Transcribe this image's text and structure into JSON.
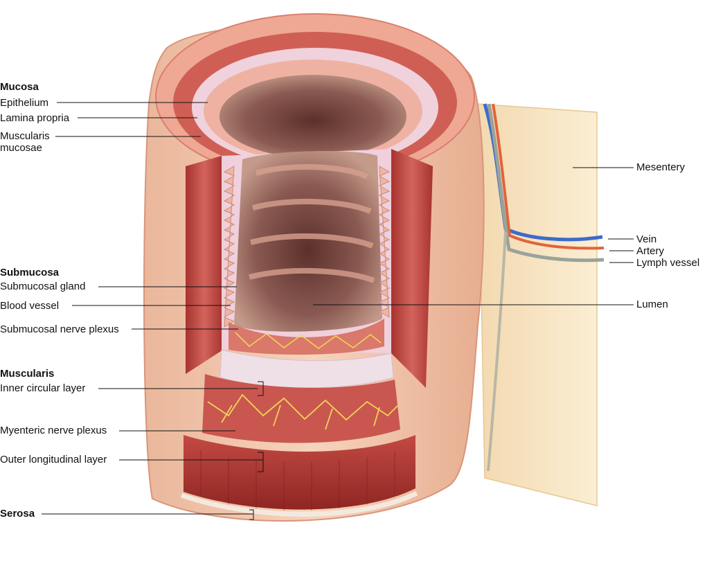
{
  "headings": {
    "mucosa": "Mucosa",
    "submucosa": "Submucosa",
    "muscularis": "Muscularis",
    "serosa": "Serosa"
  },
  "labels": {
    "epithelium": "Epithelium",
    "lamina_propria": "Lamina propria",
    "muscularis_mucosae_1": "Muscularis",
    "muscularis_mucosae_2": "mucosae",
    "submucosal_gland": "Submucosal gland",
    "blood_vessel": "Blood vessel",
    "submucosal_nerve_plexus": "Submucosal nerve plexus",
    "inner_circular_layer": "Inner circular layer",
    "myenteric_nerve_plexus": "Myenteric nerve plexus",
    "outer_longitudinal_layer": "Outer longitudinal layer",
    "mesentery": "Mesentery",
    "vein": "Vein",
    "artery": "Artery",
    "lymph_vessel": "Lymph vessel",
    "lumen": "Lumen"
  },
  "colors": {
    "serosa": "#f2c6a8",
    "muscle": "#c9504a",
    "muscle_dark": "#9e2f2b",
    "submucosa": "#eec9d6",
    "lumen": "#7b4a44",
    "mesentery": "#f7e5bf",
    "nerve": "#f0d45a",
    "vein": "#3d6bc9",
    "artery": "#e0643a",
    "lymph": "#9aa39a"
  }
}
